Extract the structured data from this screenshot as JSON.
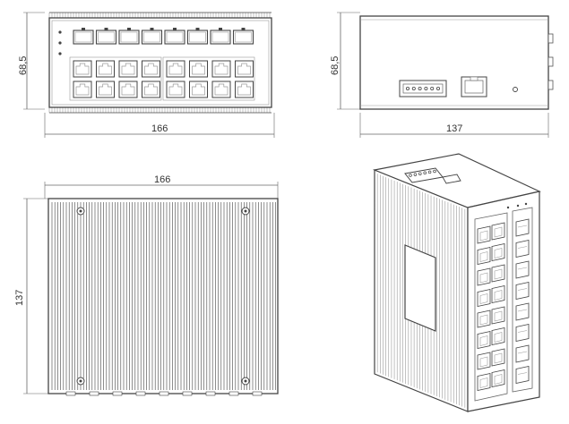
{
  "dimensions": {
    "front_width": "166",
    "front_height": "68,5",
    "side_depth": "137",
    "side_height": "68,5",
    "top_width": "166",
    "top_depth": "137"
  },
  "front_panel": {
    "sfp_ports": 8,
    "rj45_ports": 16,
    "status_leds": 3
  },
  "side_panel": {
    "terminal_block_pins": 6,
    "console_ports": 1
  },
  "colors": {
    "line": "#444444",
    "light_line": "#9a9a9a",
    "port_fill": "#ffffff",
    "background": "#ffffff"
  }
}
